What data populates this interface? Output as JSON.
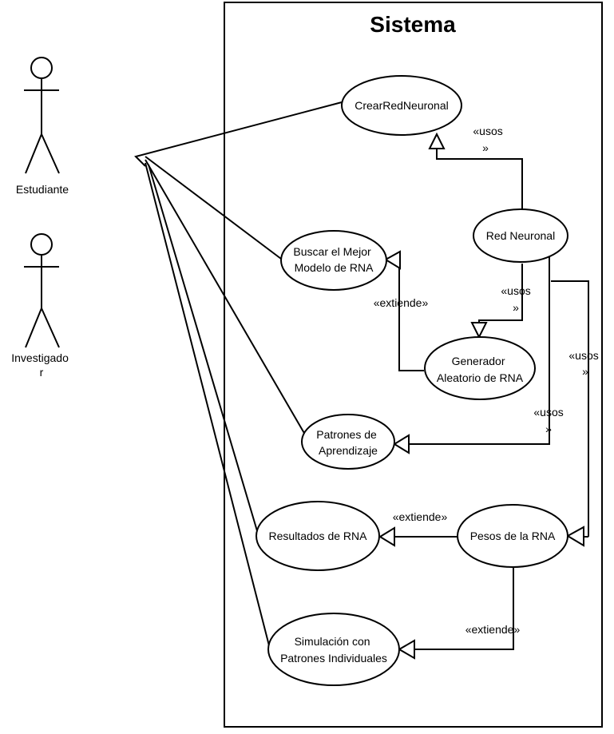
{
  "system": {
    "title": "Sistema"
  },
  "actors": [
    {
      "id": "estudiante",
      "label": "Estudiante"
    },
    {
      "id": "investigador",
      "lines": [
        "Investigado",
        "r"
      ]
    }
  ],
  "use_cases": {
    "crear": {
      "lines": [
        "CrearRedNeuronal"
      ]
    },
    "red": {
      "lines": [
        "Red Neuronal"
      ]
    },
    "buscar": {
      "lines": [
        "Buscar el Mejor",
        "Modelo de RNA"
      ]
    },
    "generador": {
      "lines": [
        "Generador",
        "Aleatorio de RNA"
      ]
    },
    "patrones": {
      "lines": [
        "Patrones de",
        "Aprendizaje"
      ]
    },
    "resultados": {
      "lines": [
        "Resultados de RNA"
      ]
    },
    "pesos": {
      "lines": [
        "Pesos de la RNA"
      ]
    },
    "simulacion": {
      "lines": [
        "Simulación con",
        "Patrones Individuales"
      ]
    }
  },
  "relations": {
    "usos_crear": [
      "«usos",
      "»"
    ],
    "usos_generador": [
      "«usos",
      "»"
    ],
    "usos_pesos": [
      "«usos",
      "»"
    ],
    "usos_patrones": [
      "«usos",
      "»"
    ],
    "extiende_buscar": "«extiende»",
    "extiende_resultados": "«extiende»",
    "extiende_simulacion": "«extiende»"
  }
}
